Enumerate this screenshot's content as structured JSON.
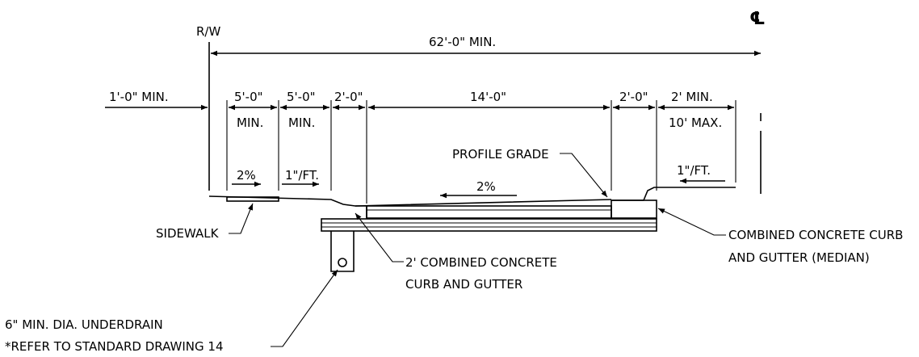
{
  "markers": {
    "row": "R/W",
    "centerline": "℄"
  },
  "dimensions": {
    "total": "62'-0\" MIN.",
    "left_offset": "1'-0\" MIN.",
    "sidewalk_width": "5'-0\"",
    "sidewalk_width_note": "MIN.",
    "buffer_width": "5'-0\"",
    "buffer_width_note": "MIN.",
    "gutter_width": "2'-0\"",
    "lane_width": "14'-0\"",
    "median_gutter_width": "2'-0\"",
    "median_width_min": "2' MIN.",
    "median_width_max": "10' MAX."
  },
  "slopes": {
    "sidewalk": "2%",
    "buffer": "1\"/FT.",
    "lane": "2%",
    "median": "1\"/FT."
  },
  "callouts": {
    "profile_grade": "PROFILE GRADE",
    "sidewalk": "SIDEWALK",
    "curb_gutter_line1": "2' COMBINED CONCRETE",
    "curb_gutter_line2": "CURB AND GUTTER",
    "median_curb_line1": "COMBINED CONCRETE CURB",
    "median_curb_line2": "AND GUTTER (MEDIAN)",
    "underdrain_line1": "6\" MIN. DIA. UNDERDRAIN",
    "underdrain_line2": "*REFER TO STANDARD DRAWING 14"
  }
}
